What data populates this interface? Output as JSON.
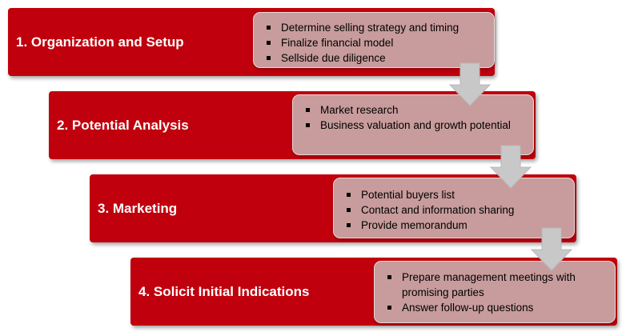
{
  "steps": [
    {
      "title": "1. Organization and Setup",
      "items": [
        "Determine selling strategy and timing",
        "Finalize financial model",
        "Sellside due diligence"
      ]
    },
    {
      "title": "2. Potential Analysis",
      "items": [
        "Market research",
        "Business valuation and growth potential"
      ]
    },
    {
      "title": "3. Marketing",
      "items": [
        "Potential buyers list",
        "Contact and information sharing",
        "Provide memorandum"
      ]
    },
    {
      "title": "4. Solicit Initial Indications",
      "items": [
        "Prepare management meetings with promising parties",
        "Answer follow-up questions"
      ]
    }
  ],
  "colors": {
    "step_fill": "#c0000c",
    "detail_fill": "#c89c9c",
    "arrow_fill": "#c8c8c8"
  },
  "icons": [
    "square-bullet-icon",
    "down-arrow-icon"
  ]
}
